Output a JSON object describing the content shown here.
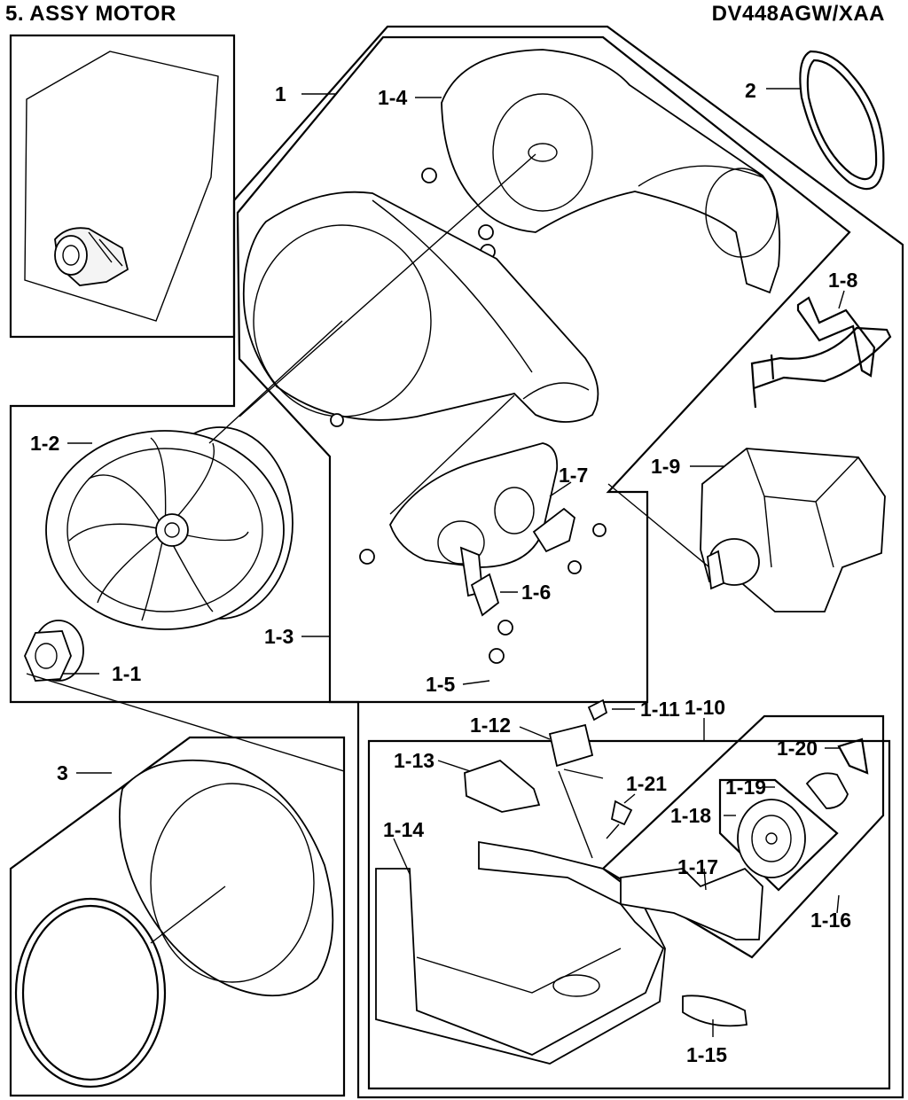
{
  "header": {
    "section_title": "5. ASSY MOTOR",
    "model_number": "DV448AGW/XAA"
  },
  "callouts": {
    "c1": "1",
    "c2": "2",
    "c3": "3",
    "c1_1": "1-1",
    "c1_2": "1-2",
    "c1_3": "1-3",
    "c1_4": "1-4",
    "c1_5": "1-5",
    "c1_6": "1-6",
    "c1_7": "1-7",
    "c1_8": "1-8",
    "c1_9": "1-9",
    "c1_10": "1-10",
    "c1_11": "1-11",
    "c1_12": "1-12",
    "c1_13": "1-13",
    "c1_14": "1-14",
    "c1_15": "1-15",
    "c1_16": "1-16",
    "c1_17": "1-17",
    "c1_18": "1-18",
    "c1_19": "1-19",
    "c1_20": "1-20",
    "c1_21": "1-21"
  }
}
